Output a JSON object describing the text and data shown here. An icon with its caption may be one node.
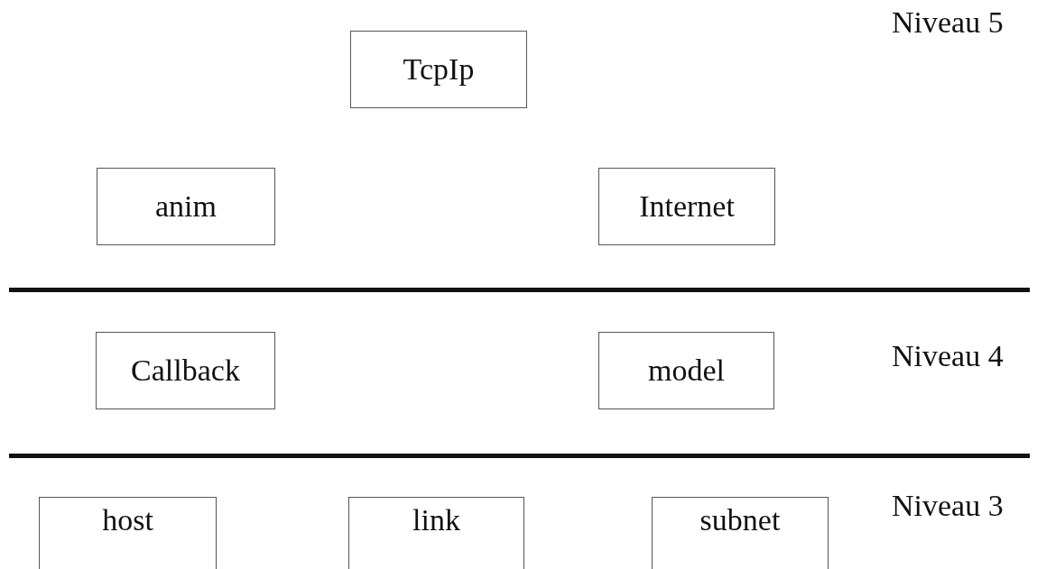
{
  "diagram": {
    "nodes": [
      {
        "text": [
          "TcpIp"
        ]
      },
      {
        "text": [
          "anim"
        ]
      },
      {
        "text": [
          "Internet"
        ]
      },
      {
        "text": [
          "Callback"
        ]
      },
      {
        "text": [
          "model"
        ]
      },
      {
        "text": [
          "host"
        ]
      },
      {
        "text": [
          "link"
        ]
      },
      {
        "text": [
          "subnet"
        ]
      }
    ],
    "edges": [],
    "labels": [
      "Niveau 5",
      "Niveau 4",
      "Niveau 3"
    ]
  }
}
